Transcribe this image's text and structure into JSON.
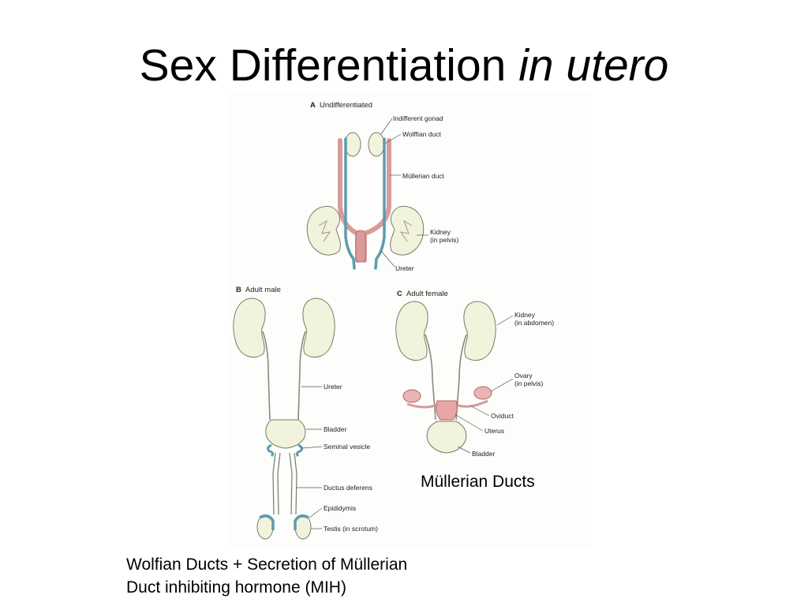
{
  "slide": {
    "title_main": "Sex Differentiation ",
    "title_italic": "in utero",
    "caption_mullerian": "Müllerian Ducts",
    "caption_wolffian_line1": "Wolfian Ducts + Secretion of Müllerian",
    "caption_wolffian_line2": "Duct inhibiting hormone (MIH)"
  },
  "diagram": {
    "panel_a": {
      "letter": "A",
      "heading": "Undifferentiated",
      "labels": [
        "Indifferent gonad",
        "Wolffian duct",
        "Müllerian duct",
        "Kidney",
        "(in pelvis)",
        "Ureter"
      ]
    },
    "panel_b": {
      "letter": "B",
      "heading": "Adult male",
      "labels": [
        "Ureter",
        "Bladder",
        "Seminal vesicle",
        "Ductus deferens",
        "Epididymis",
        "Testis (in scrotum)"
      ]
    },
    "panel_c": {
      "letter": "C",
      "heading": "Adult female",
      "labels": [
        "Kidney",
        "(in abdomen)",
        "Ovary",
        "(in pelvis)",
        "Oviduct",
        "Uterus",
        "Bladder"
      ]
    },
    "colors": {
      "wolffian": "#5b9bb0",
      "mullerian": "#d99a9a",
      "organ_fill": "#f2f3dc",
      "organ_stroke": "#7a7a6a"
    }
  }
}
